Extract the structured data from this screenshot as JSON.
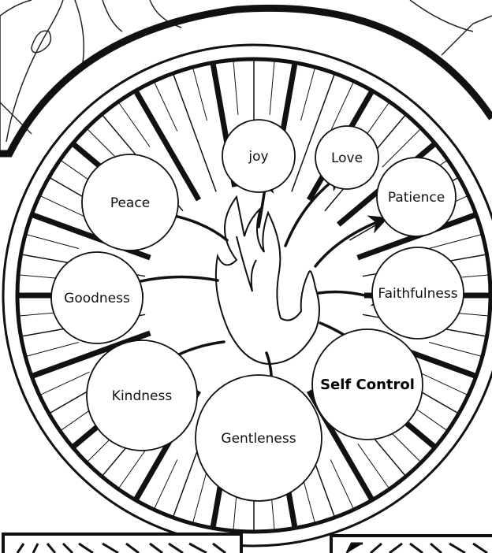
{
  "center": {
    "name": "flame"
  },
  "fruits": [
    {
      "key": "joy",
      "label": "joy",
      "bold": false
    },
    {
      "key": "love",
      "label": "Love",
      "bold": false
    },
    {
      "key": "patience",
      "label": "Patience",
      "bold": false
    },
    {
      "key": "faithfulness",
      "label": "Faithfulness",
      "bold": false
    },
    {
      "key": "self-control",
      "label": "Self Control",
      "bold": true
    },
    {
      "key": "gentleness",
      "label": "Gentleness",
      "bold": false
    },
    {
      "key": "kindness",
      "label": "Kindness",
      "bold": false
    },
    {
      "key": "goodness",
      "label": "Goodness",
      "bold": false
    },
    {
      "key": "peace",
      "label": "Peace",
      "bold": false
    }
  ],
  "colors": {
    "ink": "#111111",
    "paper": "#ffffff"
  }
}
